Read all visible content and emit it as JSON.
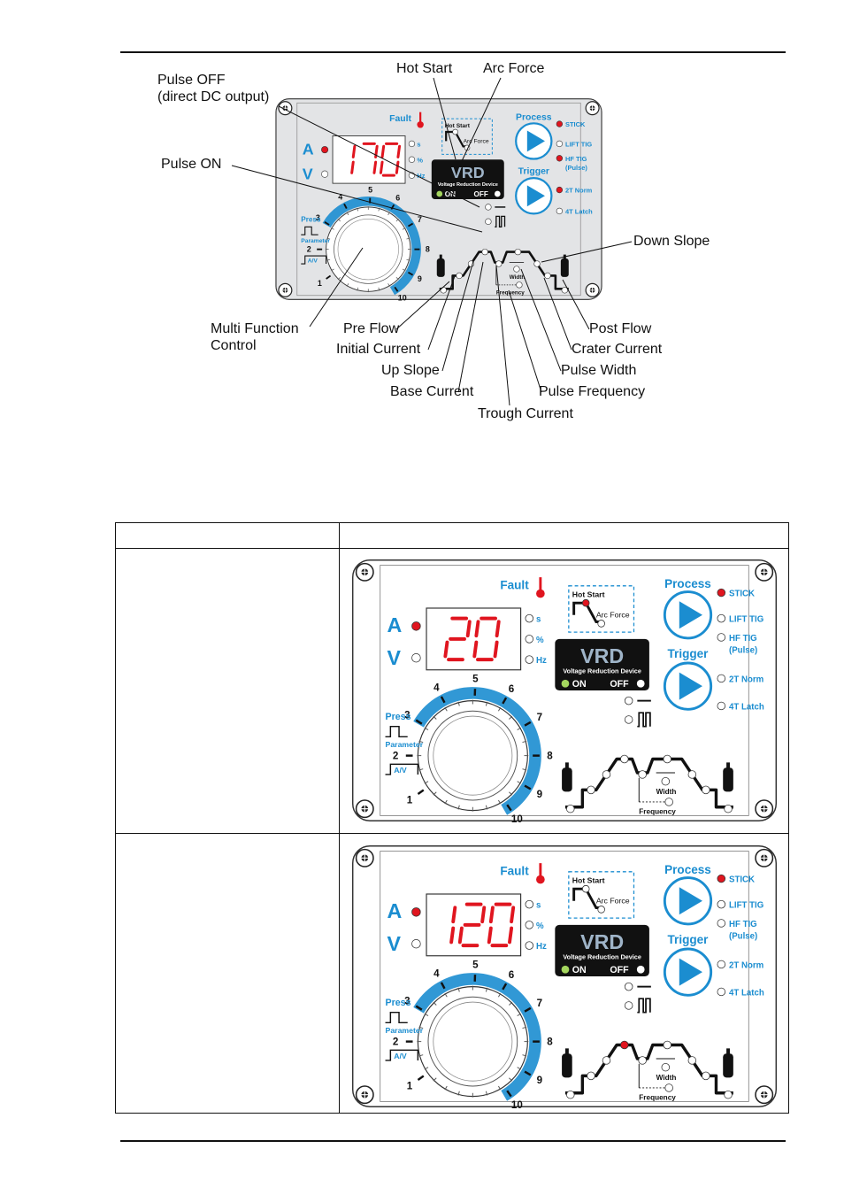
{
  "callouts": [
    {
      "id": "hot-start",
      "text": "Hot Start"
    },
    {
      "id": "arc-force",
      "text": "Arc Force"
    },
    {
      "id": "pulse-off",
      "text": "Pulse OFF"
    },
    {
      "id": "pulse-off-sub",
      "text": "(direct DC output)"
    },
    {
      "id": "pulse-on",
      "text": "Pulse ON"
    },
    {
      "id": "down-slope",
      "text": "Down Slope"
    },
    {
      "id": "multi-function",
      "text": "Multi Function"
    },
    {
      "id": "multi-function-sub",
      "text": "Control"
    },
    {
      "id": "pre-flow",
      "text": "Pre Flow"
    },
    {
      "id": "initial-current",
      "text": "Initial Current"
    },
    {
      "id": "up-slope",
      "text": "Up Slope"
    },
    {
      "id": "base-current",
      "text": "Base Current"
    },
    {
      "id": "trough-current",
      "text": "Trough Current"
    },
    {
      "id": "pulse-frequency",
      "text": "Pulse Frequency"
    },
    {
      "id": "pulse-width",
      "text": "Pulse Width"
    },
    {
      "id": "crater-current",
      "text": "Crater Current"
    },
    {
      "id": "post-flow",
      "text": "Post Flow"
    }
  ],
  "panel": {
    "fault": "Fault",
    "amp": "A",
    "volt": "V",
    "unit_s": "s",
    "unit_pct": "%",
    "unit_hz": "Hz",
    "hot_start": "Hot Start",
    "arc_force": "Arc Force",
    "vrd_logo": "VRD",
    "vrd_sub": "Voltage Reduction Device",
    "on": "ON",
    "off": "OFF",
    "process": "Process",
    "trigger": "Trigger",
    "stick": "STICK",
    "lift_tig": "LIFT TIG",
    "hf_tig": "HF TIG",
    "hf_tig_sub": "(Pulse)",
    "norm_2t": "2T Norm",
    "latch_4t": "4T Latch",
    "press": "Press",
    "parameter": "Parameter",
    "av": "A/V",
    "width": "Width",
    "frequency": "Frequency",
    "dial": [
      "1",
      "2",
      "3",
      "4",
      "5",
      "6",
      "7",
      "8",
      "9",
      "10"
    ],
    "displays": [
      "170",
      "20",
      "120"
    ]
  },
  "colors": {
    "blue": "#1b8dd0",
    "red": "#e0151f",
    "panel": "#e3e4e6",
    "led_green": "#a4d65e"
  }
}
